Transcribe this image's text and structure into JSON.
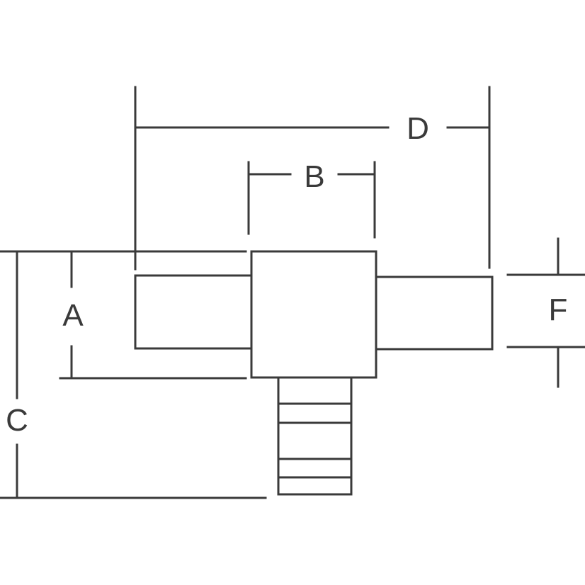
{
  "diagram": {
    "labels": {
      "a": "A",
      "b": "B",
      "c": "C",
      "d": "D",
      "f": "F"
    },
    "colors": {
      "line": "#3a3a3a",
      "background": "#ffffff"
    }
  }
}
